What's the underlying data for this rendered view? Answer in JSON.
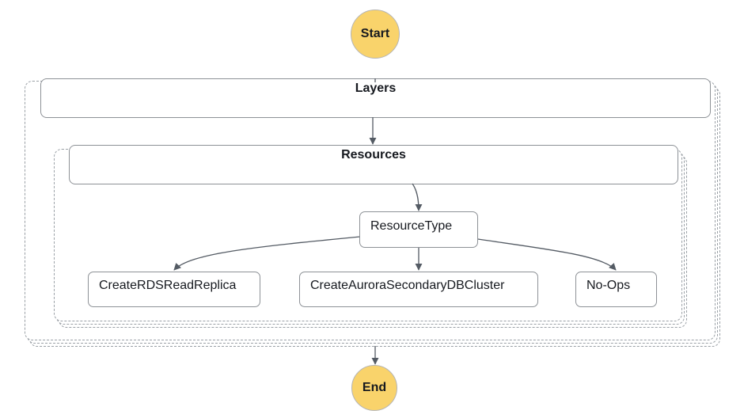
{
  "diagram": {
    "start_label": "Start",
    "end_label": "End",
    "outer_map": {
      "label": "Layers"
    },
    "inner_map": {
      "label": "Resources"
    },
    "choice": {
      "label": "ResourceType"
    },
    "branches": [
      {
        "label": "CreateRDSReadReplica"
      },
      {
        "label": "CreateAuroraSecondaryDBCluster"
      },
      {
        "label": "No-Ops"
      }
    ]
  },
  "colors": {
    "terminal_fill": "#f9d36b",
    "edge": "#545b64",
    "border": "#8d9196",
    "dashed_border": "#9aa0a6"
  },
  "edges": [
    {
      "from": "start",
      "to": "layers"
    },
    {
      "from": "layers",
      "to": "resources"
    },
    {
      "from": "resources",
      "to": "resource-type"
    },
    {
      "from": "resource-type",
      "to": "create-rds-read-replica"
    },
    {
      "from": "resource-type",
      "to": "create-aurora-secondary-db-cluster"
    },
    {
      "from": "resource-type",
      "to": "no-ops"
    },
    {
      "from": "layers",
      "to": "end"
    }
  ]
}
